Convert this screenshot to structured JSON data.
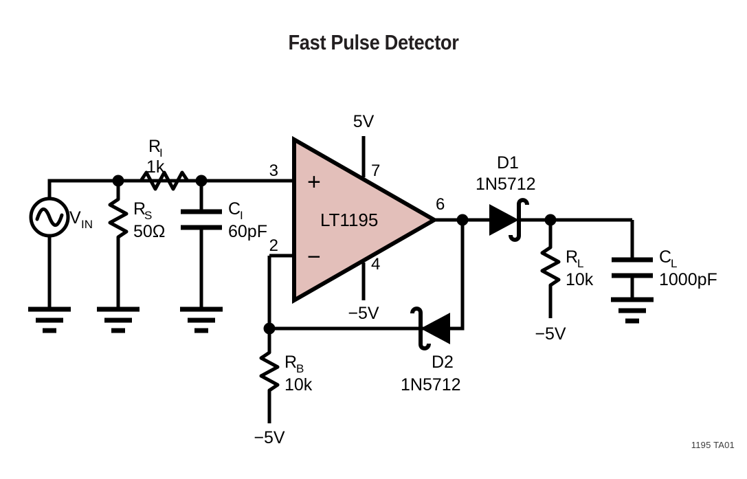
{
  "title": "Fast Pulse Detector",
  "footer": "1195 TA01",
  "colors": {
    "opamp_fill": "#E3BFBA",
    "line": "#000000",
    "text": "#000000",
    "title_text": "#231f20",
    "background": "#FFFFFF"
  },
  "opamp": {
    "part": "LT1195",
    "noninverting_sign": "+",
    "inverting_sign": "−",
    "pins": {
      "noninverting": "3",
      "inverting": "2",
      "vpos": "7",
      "vneg": "4",
      "output": "6"
    },
    "supplies": {
      "positive": "5V",
      "negative": "−5V"
    }
  },
  "components": [
    {
      "id": "vin",
      "type": "ac-source",
      "label": "V",
      "label_sub": "IN"
    },
    {
      "id": "rs",
      "type": "resistor",
      "label": "R",
      "label_sub": "S",
      "value": "50Ω"
    },
    {
      "id": "ri",
      "type": "resistor",
      "label": "R",
      "label_sub": "I",
      "value": "1k"
    },
    {
      "id": "ci",
      "type": "capacitor",
      "label": "C",
      "label_sub": "I",
      "value": "60pF"
    },
    {
      "id": "d1",
      "type": "schottky-diode",
      "label": "D1",
      "value": "1N5712"
    },
    {
      "id": "d2",
      "type": "schottky-diode",
      "label": "D2",
      "value": "1N5712"
    },
    {
      "id": "rb",
      "type": "resistor",
      "label": "R",
      "label_sub": "B",
      "value": "10k"
    },
    {
      "id": "rl",
      "type": "resistor",
      "label": "R",
      "label_sub": "L",
      "value": "10k"
    },
    {
      "id": "cl",
      "type": "capacitor",
      "label": "C",
      "label_sub": "L",
      "value": "1000pF"
    }
  ],
  "rails": {
    "rb_rail": "−5V",
    "rl_rail": "−5V",
    "opamp_neg_rail": "−5V",
    "opamp_pos_rail": "5V"
  }
}
